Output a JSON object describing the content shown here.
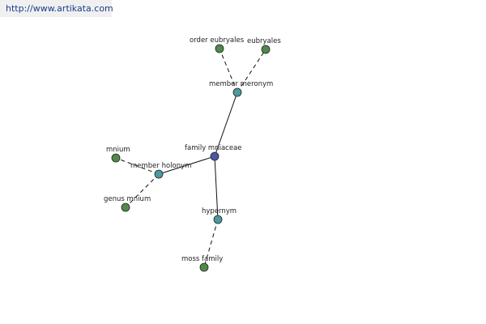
{
  "site_url": "http://www.artikata.com",
  "colors": {
    "center": "#4a56a6",
    "relation": "#4b9a9e",
    "leaf": "#4f8a4a"
  },
  "graph": {
    "nodes": [
      {
        "id": "family-mniaceae",
        "label": "family mniaceae",
        "kind": "center"
      },
      {
        "id": "member-meronym",
        "label": "member meronym",
        "kind": "relation"
      },
      {
        "id": "order-eubryales",
        "label": "order eubryales",
        "kind": "leaf"
      },
      {
        "id": "eubryales",
        "label": "eubryales",
        "kind": "leaf"
      },
      {
        "id": "member-holonym",
        "label": "member holonym",
        "kind": "relation"
      },
      {
        "id": "mnium",
        "label": "mnium",
        "kind": "leaf"
      },
      {
        "id": "genus-mnium",
        "label": "genus mnium",
        "kind": "leaf"
      },
      {
        "id": "hypernym",
        "label": "hypernym",
        "kind": "relation"
      },
      {
        "id": "moss-family",
        "label": "moss family",
        "kind": "leaf"
      }
    ],
    "edges": [
      {
        "from": "family-mniaceae",
        "to": "member-meronym",
        "style": "solid"
      },
      {
        "from": "family-mniaceae",
        "to": "member-holonym",
        "style": "solid"
      },
      {
        "from": "family-mniaceae",
        "to": "hypernym",
        "style": "solid"
      },
      {
        "from": "member-meronym",
        "to": "order-eubryales",
        "style": "dashed"
      },
      {
        "from": "member-meronym",
        "to": "eubryales",
        "style": "dashed"
      },
      {
        "from": "member-holonym",
        "to": "mnium",
        "style": "dashed"
      },
      {
        "from": "member-holonym",
        "to": "genus-mnium",
        "style": "dashed"
      },
      {
        "from": "hypernym",
        "to": "moss-family",
        "style": "dashed"
      }
    ]
  }
}
